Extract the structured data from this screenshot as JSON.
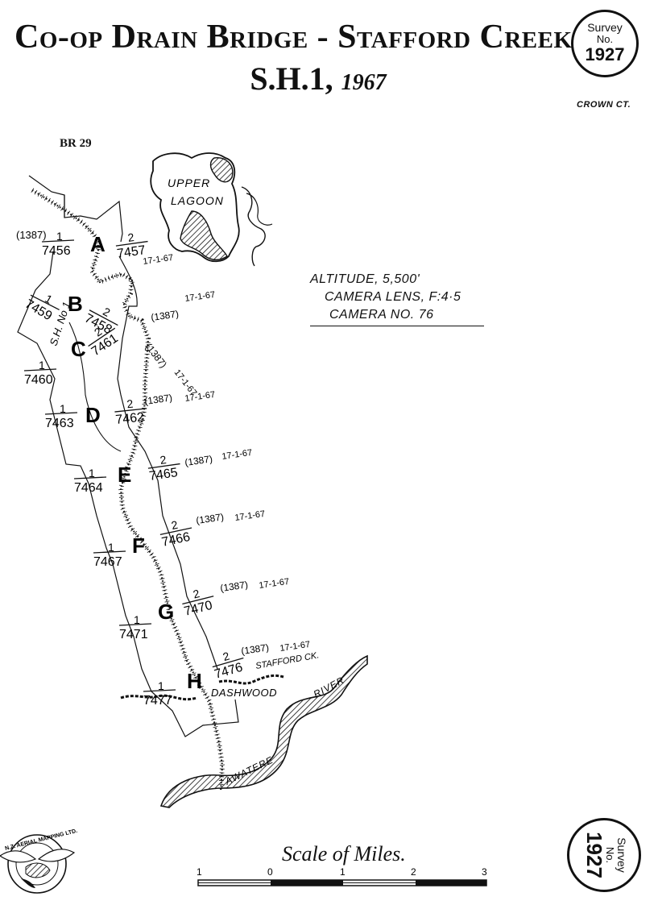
{
  "header": {
    "title": "Co-op Drain Bridge - Stafford Creek",
    "highway": "S.H.1,",
    "year": "1967",
    "reference": "BR 29",
    "survey_badge": {
      "line1": "Survey",
      "line2": "No.",
      "number": "1927"
    },
    "crown": "CROWN CT."
  },
  "flight_info": {
    "altitude": "ALTITUDE, 5,500'",
    "lens": "CAMERA LENS, F:4·5",
    "camera": "CAMERA NO. 76"
  },
  "features": {
    "lagoon": [
      "UPPER",
      "LAGOON"
    ],
    "road": "S.H. No 1",
    "stafford": "STAFFORD CK.",
    "dashwood": "DASHWOOD",
    "awatere": "AWATERE",
    "river": "RIVER"
  },
  "points": [
    {
      "letter": "A",
      "left_frame": "7456",
      "left_top": "1",
      "left_prefix": "(1387)",
      "right_frame": "7457",
      "right_top": "2",
      "date": "17-1-67",
      "right_prefix": ""
    },
    {
      "letter": "B",
      "left_frame": "7459",
      "left_top": "1",
      "left_prefix": "",
      "right_frame": "7458",
      "right_top": "2",
      "date": "17-1-67",
      "right_prefix": "(1387)"
    },
    {
      "letter": "C",
      "left_frame": "7460",
      "left_top": "1",
      "left_prefix": "",
      "right_frame": "7461",
      "right_top": "2",
      "date": "17-1-67",
      "right_prefix": "(1387)"
    },
    {
      "letter": "D",
      "left_frame": "7463",
      "left_top": "1",
      "left_prefix": "",
      "right_frame": "7462",
      "right_top": "2",
      "date": "17-1-67",
      "right_prefix": "(1387)"
    },
    {
      "letter": "E",
      "left_frame": "7464",
      "left_top": "1",
      "left_prefix": "",
      "right_frame": "7465",
      "right_top": "2",
      "date": "17-1-67",
      "right_prefix": "(1387)"
    },
    {
      "letter": "F",
      "left_frame": "7467",
      "left_top": "1",
      "left_prefix": "",
      "right_frame": "7466",
      "right_top": "2",
      "date": "17-1-67",
      "right_prefix": "(1387)"
    },
    {
      "letter": "G",
      "left_frame": "7471",
      "left_top": "1",
      "left_prefix": "",
      "right_frame": "7470",
      "right_top": "2",
      "date": "17-1-67",
      "right_prefix": "(1387)"
    },
    {
      "letter": "H",
      "left_frame": "7477",
      "left_top": "1",
      "left_prefix": "",
      "right_frame": "7476",
      "right_top": "2",
      "date": "17-1-67",
      "right_prefix": "(1387)"
    }
  ],
  "scale": {
    "title": "Scale of Miles.",
    "ticks": [
      "1",
      "0",
      "1",
      "2",
      "3"
    ]
  },
  "logo": {
    "text": "N.Z. AERIAL MAPPING LTD."
  }
}
